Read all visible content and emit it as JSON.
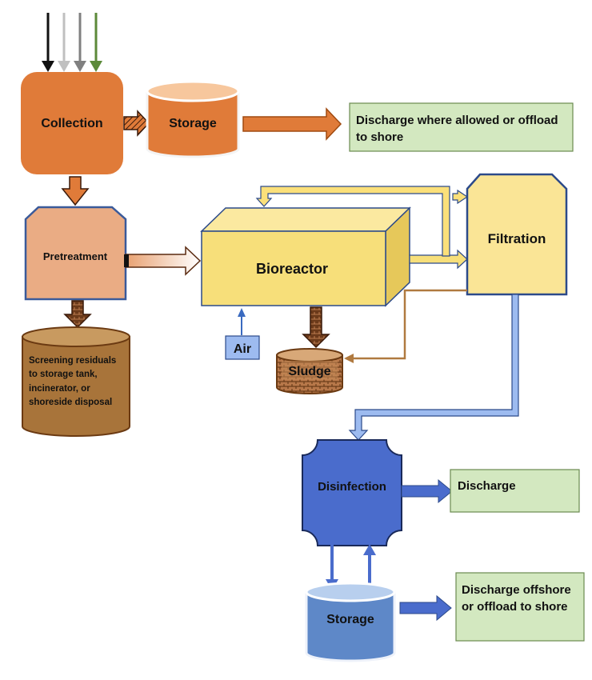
{
  "nodes": {
    "collection": {
      "label": "Collection"
    },
    "storage_top": {
      "label": "Storage"
    },
    "discharge_allowed": {
      "label": "Discharge where allowed or offload to shore"
    },
    "pretreatment": {
      "label": "Pretreatment"
    },
    "screening": {
      "label": "Screening residuals to storage tank, incinerator, or shoreside disposal"
    },
    "bioreactor": {
      "label": "Bioreactor"
    },
    "filtration": {
      "label": "Filtration"
    },
    "air": {
      "label": "Air"
    },
    "sludge": {
      "label": "Sludge"
    },
    "disinfection": {
      "label": "Disinfection"
    },
    "discharge": {
      "label": "Discharge"
    },
    "storage_bottom": {
      "label": "Storage"
    },
    "discharge_offshore": {
      "label": "Discharge offshore or offload to shore"
    }
  },
  "colors": {
    "collection": "#e07b39",
    "pretreatment": "#eaac84",
    "screening": "#a8743a",
    "bioreactor": "#f7df7a",
    "filtration": "#fae596",
    "air": "#9dbbf0",
    "sludge": "#b87b4a",
    "disinfection": "#4a6ccc",
    "storage_bottom": "#5e88c8",
    "discharge_box": "#d3e8c0",
    "outline_blue": "#2c4a8a",
    "input_arrows": [
      "#111111",
      "#c0c0c0",
      "#808080",
      "#5c8a3a"
    ]
  }
}
